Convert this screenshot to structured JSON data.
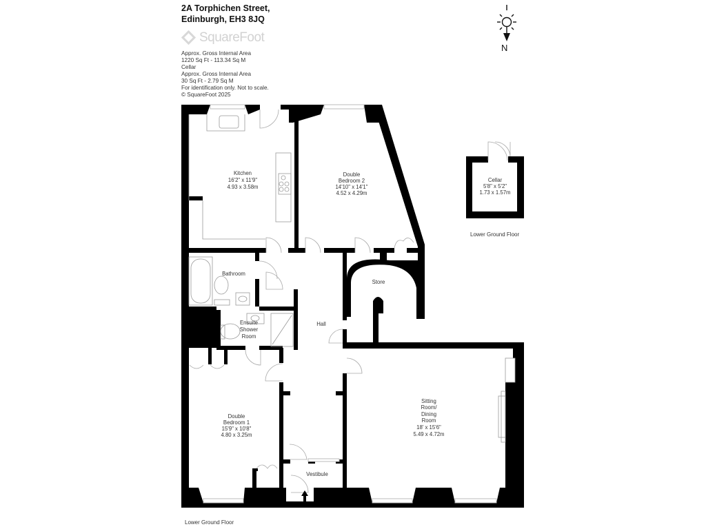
{
  "header": {
    "address_line1": "2A Torphichen Street,",
    "address_line2": "Edinburgh, EH3 8JQ",
    "logo_text": "SquareFoot",
    "info_lines": [
      "Approx. Gross Internal Area",
      "1220 Sq Ft  -  113.34 Sq M",
      "Cellar",
      "Approx. Gross Internal Area",
      "30 Sq Ft  -  2.79 Sq M",
      "For identification only. Not to scale.",
      "© SquareFoot 2025"
    ]
  },
  "compass": {
    "icon": "sun-compass-icon",
    "label": "N"
  },
  "rooms": {
    "kitchen": {
      "name": "Kitchen",
      "imperial": "16'2\" x 11'9\"",
      "metric": "4.93 x 3.58m"
    },
    "bedroom2": {
      "name1": "Double",
      "name2": "Bedroom 2",
      "imperial": "14'10\" x 14'1\"",
      "metric": "4.52 x 4.29m"
    },
    "cellar": {
      "name": "Cellar",
      "imperial": "5'8\" x 5'2\"",
      "metric": "1.73 x 1.57m"
    },
    "bathroom": {
      "name": "Bathroom"
    },
    "store": {
      "name": "Store"
    },
    "ensuite": {
      "name1": "Ensuite",
      "name2": "Shower",
      "name3": "Room"
    },
    "hall": {
      "name": "Hall"
    },
    "bedroom1": {
      "name1": "Double",
      "name2": "Bedroom 1",
      "imperial": "15'9\" x 10'8\"",
      "metric": "4.80 x 3.25m"
    },
    "sitting": {
      "name1": "Sitting",
      "name2": "Room/",
      "name3": "Dining",
      "name4": "Room",
      "imperial": "18' x 15'6\"",
      "metric": "5.49 x 4.72m"
    },
    "vestibule": {
      "name": "Vestibule"
    }
  },
  "floor_labels": {
    "cellar_floor": "Lower Ground Floor",
    "main_floor": "Lower Ground Floor"
  }
}
